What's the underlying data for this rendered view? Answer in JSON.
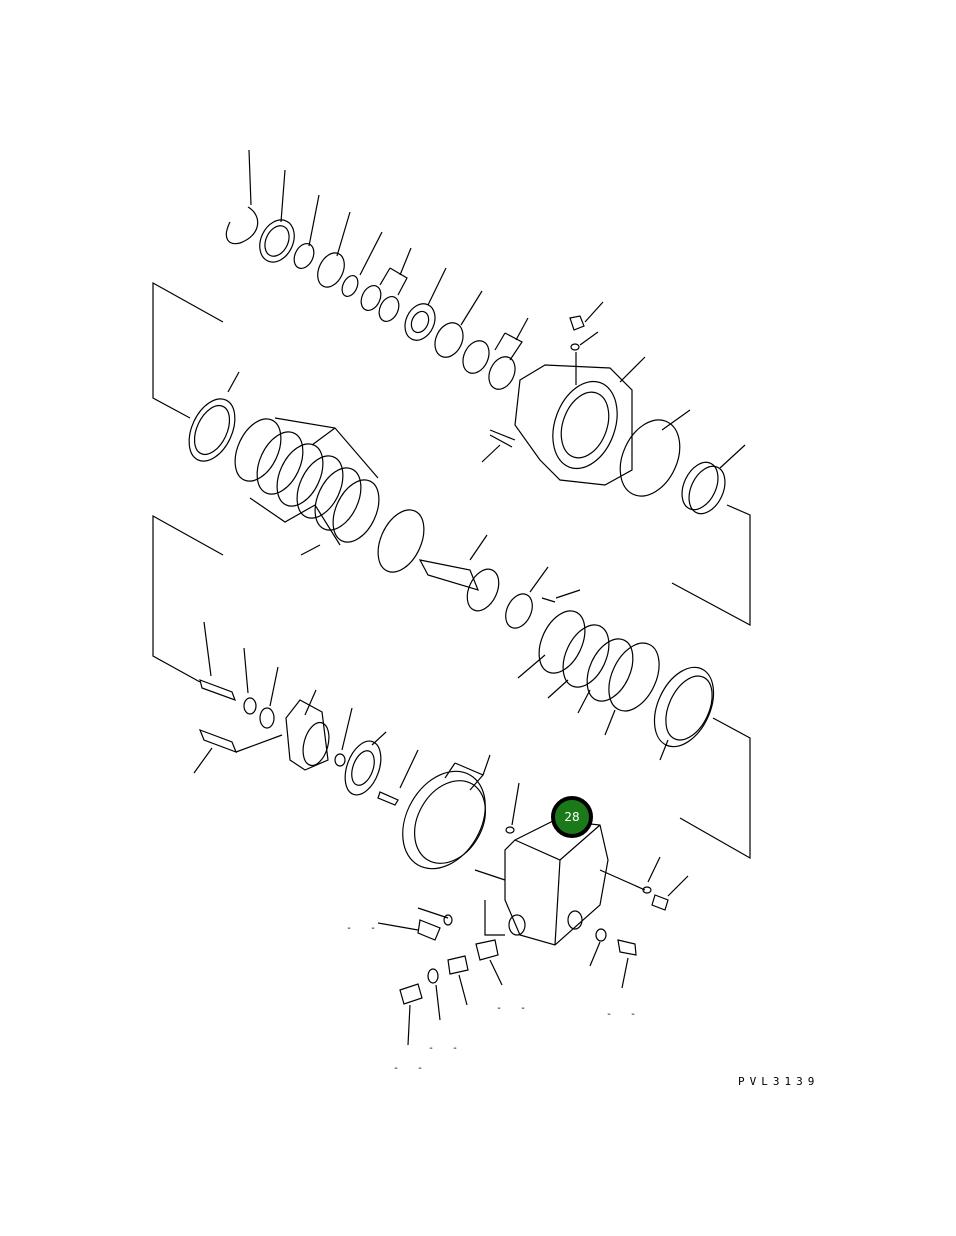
{
  "diagram": {
    "type": "exploded-parts-drawing",
    "drawing_code": "PVL3139",
    "callouts": [
      {
        "label": "28",
        "color": "#1a7a1a",
        "border": "#000000"
      }
    ],
    "placeholder_labels": [
      "- -",
      "- -",
      "- -",
      "- -",
      "- -"
    ]
  }
}
